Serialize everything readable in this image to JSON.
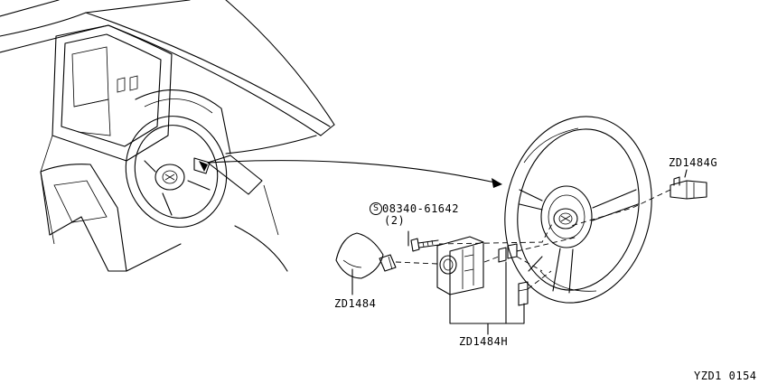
{
  "labels": {
    "bolt_part": "08340-61642",
    "bolt_qty": "(2)",
    "airbag_part": "ZD1484",
    "clip_part": "ZD1484G",
    "switch_part": "ZD1484H",
    "figure_code": "YZD1 0154"
  },
  "bolt_prefix": "S"
}
